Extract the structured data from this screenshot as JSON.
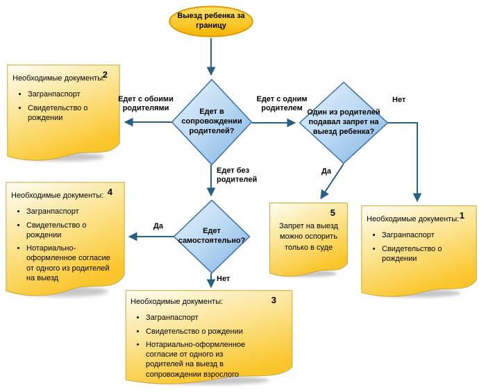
{
  "diagram": {
    "start": {
      "label": "Выезд ребенка за границу"
    },
    "decisions": {
      "accompanied": {
        "label": "Едет в сопровождении родителей?"
      },
      "ban": {
        "label": "Один из родителей подавал запрет на выезд ребенка?"
      },
      "alone": {
        "label": "Едет самостоятельно?"
      }
    },
    "edges": {
      "both_parents": "Едет с обоими родителями",
      "one_parent": "Едет с одним родителем",
      "without_parents": "Едет без родителей",
      "ban_yes": "Да",
      "ban_no": "Нет",
      "alone_yes": "Да",
      "alone_no": "Нет"
    },
    "cards": {
      "card1": {
        "number": "1",
        "title": "Необходимые документы:",
        "items": [
          "Загранпаспорт",
          "Свидетельство о рождении"
        ]
      },
      "card2": {
        "number": "2",
        "title": "Необходимые документы:",
        "items": [
          "Загранпаспорт",
          "Свидетельство о рождении"
        ]
      },
      "card3": {
        "number": "3",
        "title": "Необходимые документы:",
        "items": [
          "Загранпаспорт",
          "Свидетельство о рождении",
          "Нотариально-оформленное согласие от одного из родителей на выезд в сопровождении взрослого"
        ]
      },
      "card4": {
        "number": "4",
        "title": "Необходимые документы:",
        "items": [
          "Загранпаспорт",
          "Свидетельство о рождении",
          "Нотариально-оформленное согласие от одного из родителей на выезд"
        ]
      },
      "card5": {
        "number": "5",
        "text": "Запрет на выезд можно оспорить только в суде"
      }
    },
    "colors": {
      "card_light": "#FFFEF4",
      "card_gold": "#FBC62B",
      "card_border": "#C8A63C",
      "diamond_light": "#E3F1FC",
      "diamond_blue": "#7FB2E3",
      "diamond_border": "#3A6EA5",
      "ellipse_top": "#FFE066",
      "ellipse_bottom": "#F7B500",
      "ellipse_border": "#D99C00",
      "arrow": "#2B5F82"
    }
  }
}
